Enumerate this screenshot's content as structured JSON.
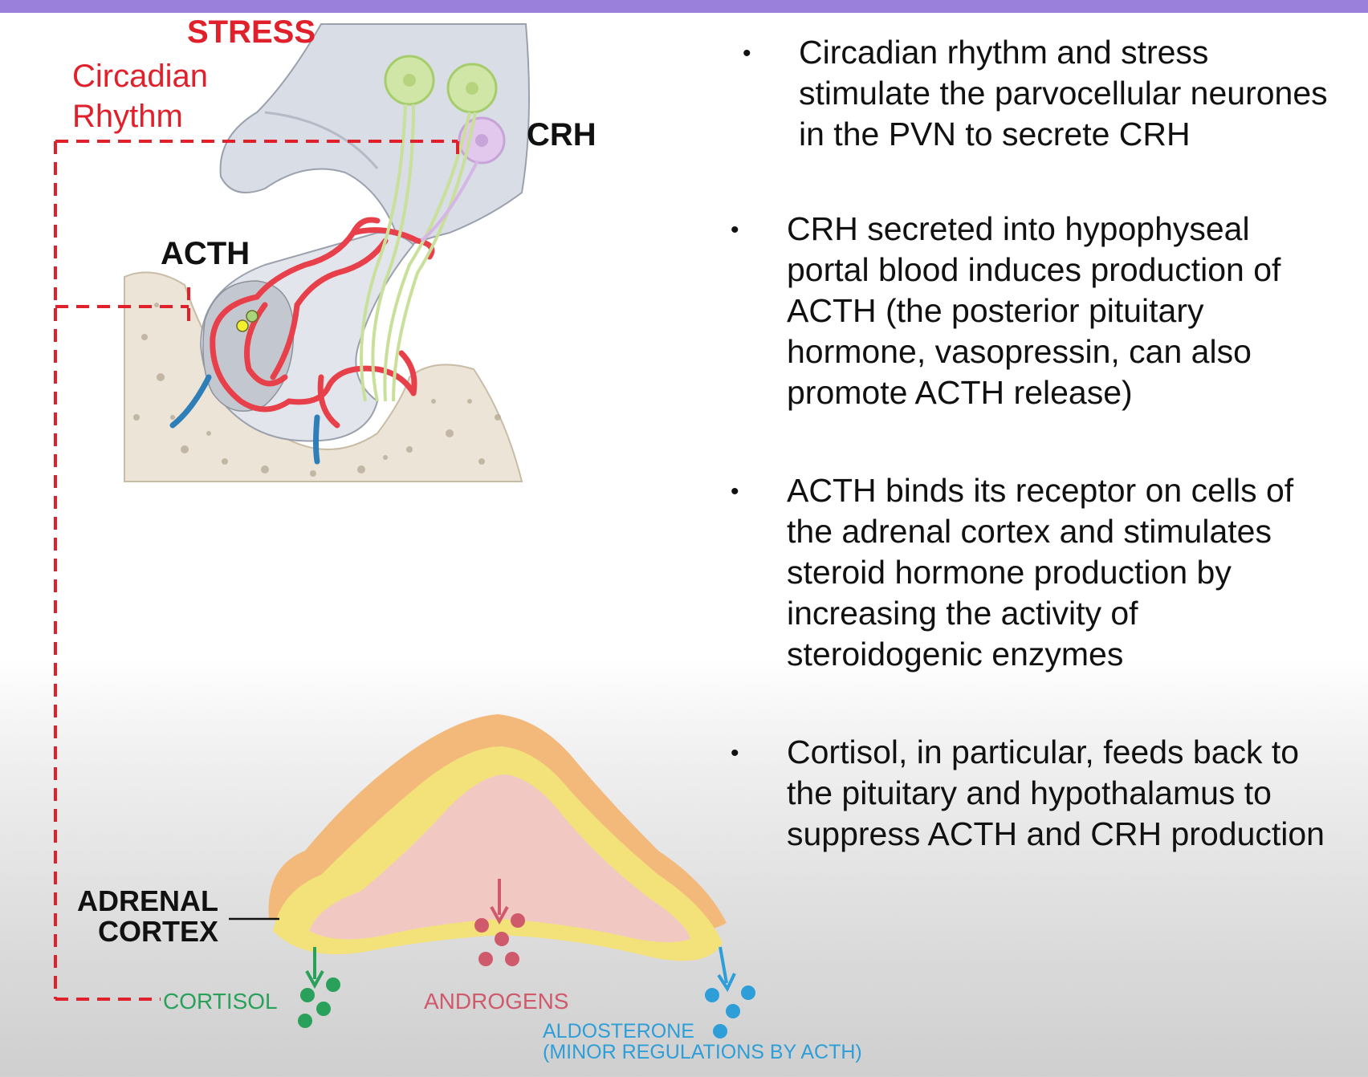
{
  "labels": {
    "stress": "STRESS",
    "circadian_line1": "Circadian",
    "circadian_line2": "Rhythm",
    "crh": "CRH",
    "acth": "ACTH",
    "adrenal_line1": "ADRENAL",
    "adrenal_line2": "CORTEX",
    "cortisol": "CORTISOL",
    "androgens": "ANDROGENS",
    "aldosterone_line1": "ALDOSTERONE",
    "aldosterone_line2": "(MINOR REGULATIONS BY ACTH)"
  },
  "bullets": [
    {
      "bullet": "•",
      "lines": [
        "Circadian rhythm and stress",
        "stimulate the parvocellular neurones",
        "in the PVN to secrete CRH"
      ]
    },
    {
      "bullet": "•",
      "lines": [
        "CRH secreted into hypophyseal",
        "portal blood induces production of",
        "ACTH (the posterior pituitary",
        "hormone, vasopressin, can also",
        "promote ACTH release)"
      ]
    },
    {
      "bullet": "•",
      "lines": [
        "ACTH binds its receptor on cells of",
        "the adrenal cortex and stimulates",
        "steroid hormone production by",
        "increasing the activity of",
        "steroidogenic enzymes"
      ]
    },
    {
      "bullet": "•",
      "lines": [
        "Cortisol, in particular, feeds back to",
        "the pituitary and hypothalamus to",
        "suppress ACTH and CRH production"
      ]
    }
  ],
  "colors": {
    "accent_bar": "#9a7fdb",
    "feedback_red": "#e0202a",
    "cortisol_green": "#2aa15a",
    "androgen_pink": "#cf5a6c",
    "aldosterone_blue": "#2e9ed8"
  }
}
